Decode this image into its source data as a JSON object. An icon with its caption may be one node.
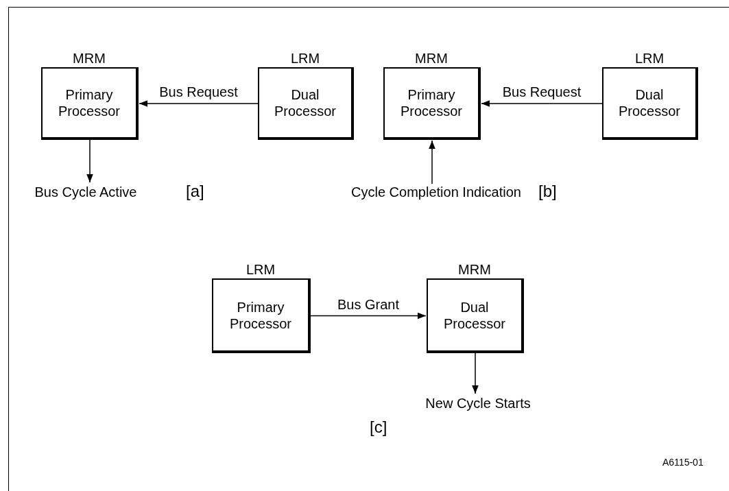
{
  "diagram": {
    "nodes": [
      {
        "text": [
          "MRM",
          "Primary Processor"
        ]
      },
      {
        "text": [
          "LRM",
          "Dual Processor"
        ]
      },
      {
        "text": [
          "Bus Cycle Active"
        ]
      },
      {
        "text": [
          "MRM",
          "Primary Processor"
        ]
      },
      {
        "text": [
          "LRM",
          "Dual Processor"
        ]
      },
      {
        "text": [
          "Cycle Completion Indication"
        ]
      },
      {
        "text": [
          "LRM",
          "Primary Processor"
        ]
      },
      {
        "text": [
          "MRM",
          "Dual Processor"
        ]
      },
      {
        "text": [
          "New Cycle Starts"
        ]
      }
    ],
    "edges": [
      {
        "from": 1,
        "to": 0,
        "arrow": "to",
        "label": "Bus Request"
      },
      {
        "from": 0,
        "to": 2,
        "arrow": "to"
      },
      {
        "from": 4,
        "to": 3,
        "arrow": "to",
        "label": "Bus Request"
      },
      {
        "from": 5,
        "to": 3,
        "arrow": "to"
      },
      {
        "from": 6,
        "to": 7,
        "arrow": "to",
        "label": "Bus Grant"
      },
      {
        "from": 7,
        "to": 8,
        "arrow": "to"
      }
    ],
    "labels": [
      "[a]",
      "[b]",
      "[c]",
      "A6115-01"
    ]
  }
}
